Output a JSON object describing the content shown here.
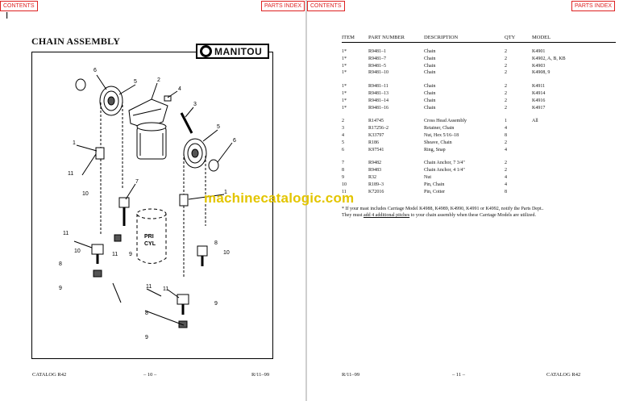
{
  "nav": {
    "contents_label": "CONTENTS",
    "parts_index_label": "PARTS INDEX"
  },
  "left_page": {
    "title": "CHAIN ASSEMBLY",
    "logo_text": "MANITOU",
    "figure_labels": {
      "cylinder_line1": "PRI",
      "cylinder_line2": "CYL",
      "callouts": [
        "6",
        "5",
        "2",
        "4",
        "3",
        "5",
        "6",
        "1",
        "11",
        "10",
        "7",
        "1",
        "11",
        "10",
        "8",
        "9",
        "11",
        "10",
        "8",
        "9",
        "11",
        "8",
        "9",
        "11",
        "9"
      ]
    },
    "footer_left": "CATALOG R42",
    "footer_center": "– 10 –",
    "footer_right": "R/11–99"
  },
  "right_page": {
    "headers": {
      "item": "ITEM",
      "part_number": "PART NUMBER",
      "description": "DESCRIPTION",
      "qty": "QTY",
      "model": "MODEL"
    },
    "rows": [
      {
        "item": "1*",
        "part": "R9481–1",
        "desc": "Chain",
        "qty": "2",
        "model": "K4901"
      },
      {
        "item": "1*",
        "part": "R9481–7",
        "desc": "Chain",
        "qty": "2",
        "model": "K4902, A, B, KB"
      },
      {
        "item": "1*",
        "part": "R9481–5",
        "desc": "Chain",
        "qty": "2",
        "model": "K4903"
      },
      {
        "item": "1*",
        "part": "R9481–10",
        "desc": "Chain",
        "qty": "2",
        "model": "K4908, 9"
      },
      {
        "item": "1*",
        "part": "R9481–11",
        "desc": "Chain",
        "qty": "2",
        "model": "K4911"
      },
      {
        "item": "1*",
        "part": "R9481–13",
        "desc": "Chain",
        "qty": "2",
        "model": "K4914"
      },
      {
        "item": "1*",
        "part": "R9481–14",
        "desc": "Chain",
        "qty": "2",
        "model": "K4916"
      },
      {
        "item": "1*",
        "part": "R9481–16",
        "desc": "Chain",
        "qty": "2",
        "model": "K4917"
      },
      {
        "item": "2",
        "part": "R14745",
        "desc": "Cross Head Assembly",
        "qty": "1",
        "model": "All"
      },
      {
        "item": "3",
        "part": "R17256–2",
        "desc": "Retainer, Chain",
        "qty": "4",
        "model": ""
      },
      {
        "item": "4",
        "part": "K33797",
        "desc": "Nut, Hex 5/16–18",
        "qty": "8",
        "model": ""
      },
      {
        "item": "5",
        "part": "R186",
        "desc": "Sheave, Chain",
        "qty": "2",
        "model": ""
      },
      {
        "item": "6",
        "part": "K97541",
        "desc": "Ring, Snap",
        "qty": "4",
        "model": ""
      },
      {
        "item": "7",
        "part": "R9482",
        "desc": "Chain Anchor, 7 3/4\"",
        "qty": "2",
        "model": ""
      },
      {
        "item": "8",
        "part": "R9483",
        "desc": "Chain Anchor, 4 1/4\"",
        "qty": "2",
        "model": ""
      },
      {
        "item": "9",
        "part": "R32",
        "desc": "Nut",
        "qty": "4",
        "model": ""
      },
      {
        "item": "10",
        "part": "R189–3",
        "desc": "Pin, Chain",
        "qty": "4",
        "model": ""
      },
      {
        "item": "11",
        "part": "K72016",
        "desc": "Pin, Cotter",
        "qty": "8",
        "model": ""
      }
    ],
    "note_line1": "* If your mast includes Carriage Model K4988, K4989, K4990, K4991 or K4992, notify the Parts Dept..",
    "note_line2_pre": "They must ",
    "note_line2_u": "add 4 additional pitches",
    "note_line2_post": " to your chain assembly when these Carriage Models are utilized.",
    "footer_left": "R/11–99",
    "footer_center": "– 11 –",
    "footer_right": "CATALOG R42"
  },
  "watermark": "machinecatalogic.com",
  "colors": {
    "nav_red": "#dd2222",
    "watermark_yellow": "#e3c500"
  }
}
